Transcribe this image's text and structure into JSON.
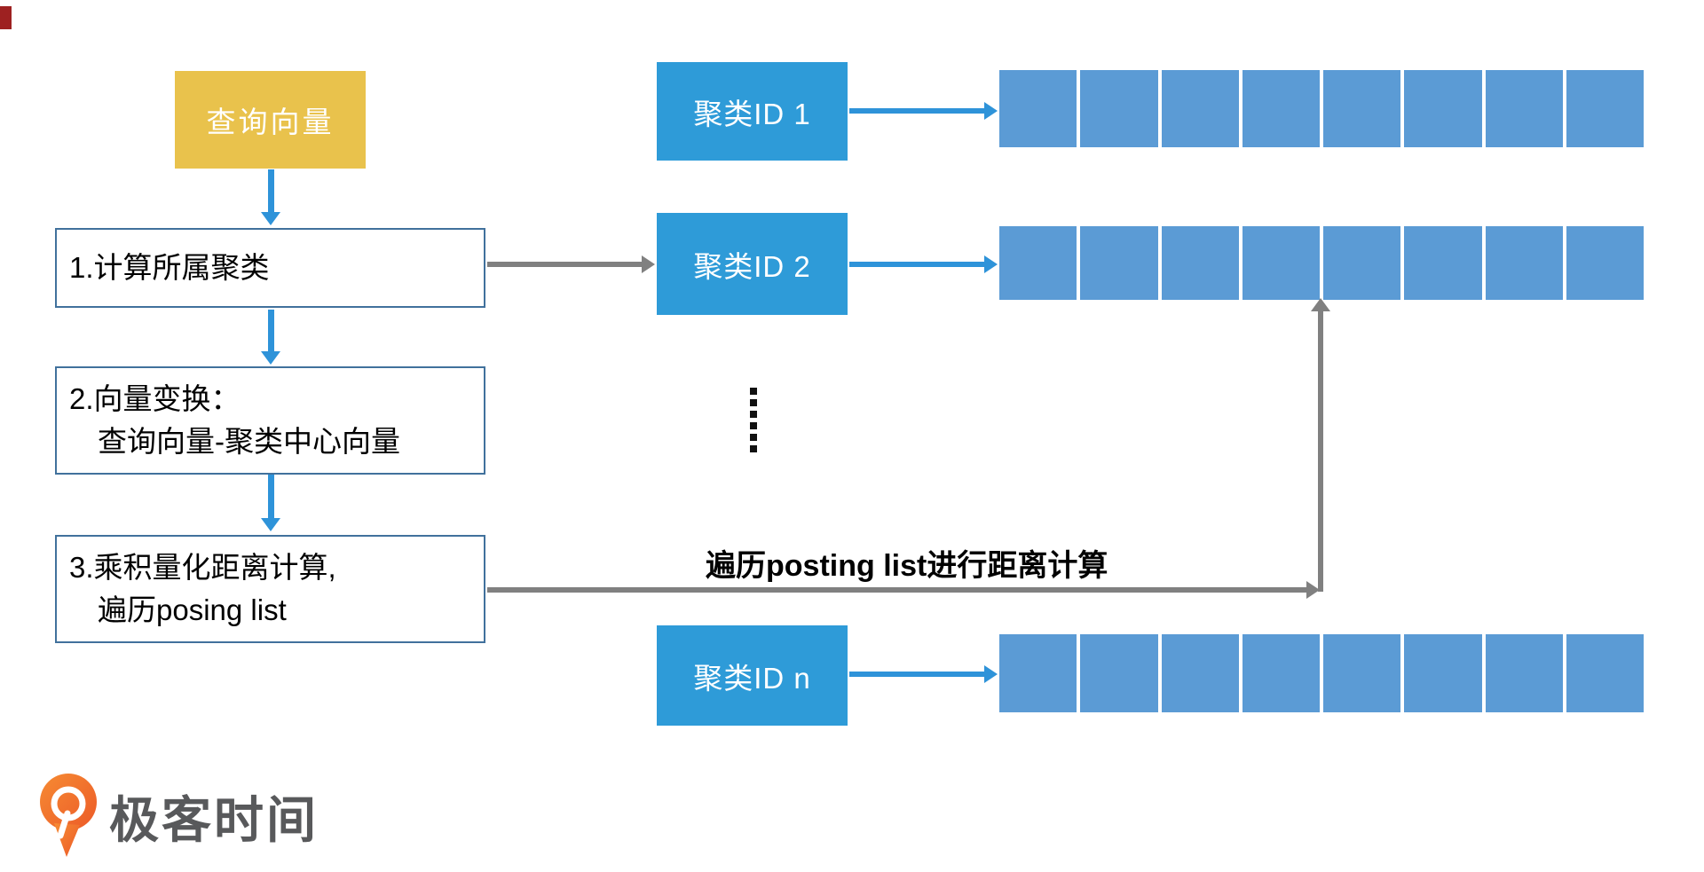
{
  "flow": {
    "query_vector_label": "查询向量",
    "steps": [
      {
        "line1": "1.计算所属聚类",
        "line2": ""
      },
      {
        "line1": "2.向量变换：",
        "line2": "查询向量-聚类中心向量"
      },
      {
        "line1": "3.乘积量化距离计算,",
        "line2": "遍历posing list"
      }
    ]
  },
  "clusters": [
    {
      "label": "聚类ID 1",
      "cells": 8
    },
    {
      "label": "聚类ID 2",
      "cells": 8
    },
    {
      "label": "聚类ID n",
      "cells": 8
    }
  ],
  "ellipsis": {
    "dots": 6
  },
  "annotation": {
    "text": "遍历posting list进行距离计算"
  },
  "logo": {
    "text": "极客时间"
  },
  "colors": {
    "query_box": "#E9C24C",
    "step_border": "#41719C",
    "cluster_box": "#2E9BD8",
    "cell": "#5B9BD5",
    "blue_arrow": "#2E93D9",
    "gray_arrow": "#808080",
    "logo_orange": "#EE6B2D",
    "logo_text": "#58595B"
  }
}
